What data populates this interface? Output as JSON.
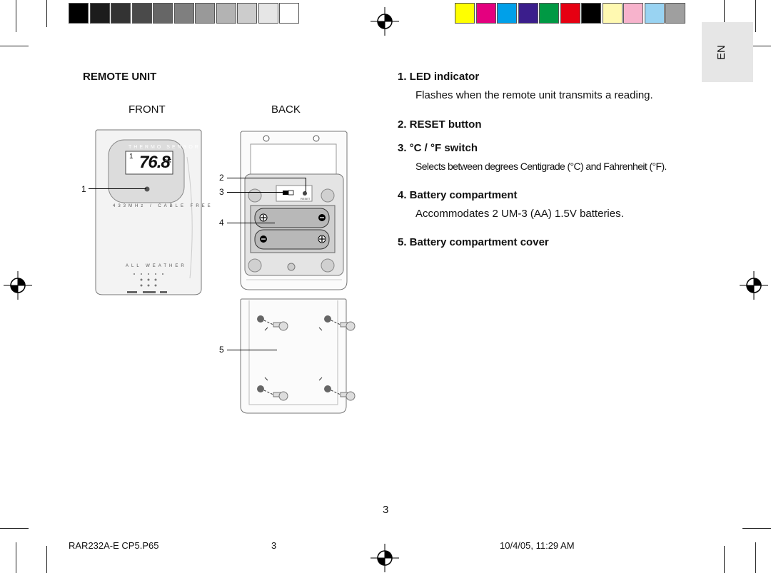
{
  "header": {
    "section_title": "REMOTE UNIT",
    "language_tab": "EN"
  },
  "figure": {
    "front_label": "FRONT",
    "back_label": "BACK",
    "device": {
      "brand_text": "THERMO SENSOR",
      "display_reading": "76.8",
      "display_unit": "°F",
      "display_channel": "1",
      "frequency_text": "433MHz / CABLE FREE",
      "weather_text": "ALL WEATHER",
      "reset_text": "RESET"
    },
    "callouts": [
      "1",
      "2",
      "3",
      "4",
      "5"
    ]
  },
  "items": [
    {
      "heading": "1.  LED indicator",
      "text": "Flashes when the remote unit transmits a reading."
    },
    {
      "heading": "2.  RESET button",
      "text": ""
    },
    {
      "heading": "3.  °C / °F switch",
      "text": "Selects between degrees Centigrade (°C) and Fahrenheit (°F)."
    },
    {
      "heading": "4.  Battery compartment",
      "text": "Accommodates 2 UM-3 (AA) 1.5V batteries."
    },
    {
      "heading": "5.  Battery compartment cover",
      "text": ""
    }
  ],
  "page_number": "3",
  "footer": {
    "file": "RAR232A-E CP5.P65",
    "page": "3",
    "datetime": "10/4/05, 11:29 AM"
  },
  "colors": {
    "grayscale_bar": [
      "#000000",
      "#1c1c1c",
      "#333333",
      "#4a4a4a",
      "#666666",
      "#7f7f7f",
      "#999999",
      "#b3b3b3",
      "#cccccc",
      "#e6e6e6",
      "#ffffff"
    ],
    "color_bar": [
      "#ffff00",
      "#e4007f",
      "#00a0e9",
      "#3b1e8c",
      "#009944",
      "#e60012",
      "#000000",
      "#fff9b1",
      "#f7b3cc",
      "#99d3f2",
      "#9f9f9f"
    ]
  }
}
